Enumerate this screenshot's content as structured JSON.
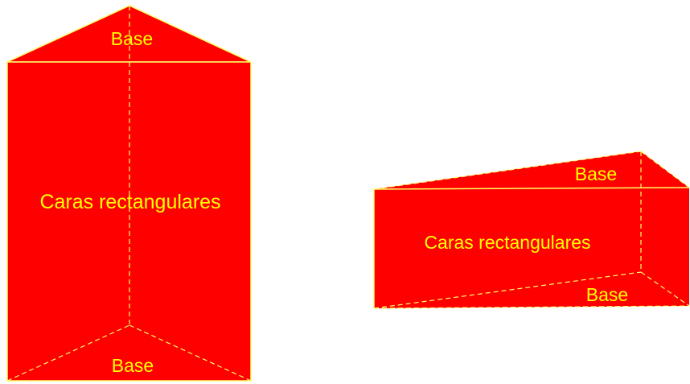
{
  "colors": {
    "face": "#ff0000",
    "edge": "#ffff66",
    "label": "#ffff00",
    "background": "#ffffff"
  },
  "left_prism": {
    "top_base_label": "Base",
    "faces_label": "Caras rectangulares",
    "bottom_base_label": "Base"
  },
  "right_prism": {
    "top_base_label": "Base",
    "faces_label": "Caras rectangulares",
    "bottom_base_label": "Base"
  }
}
